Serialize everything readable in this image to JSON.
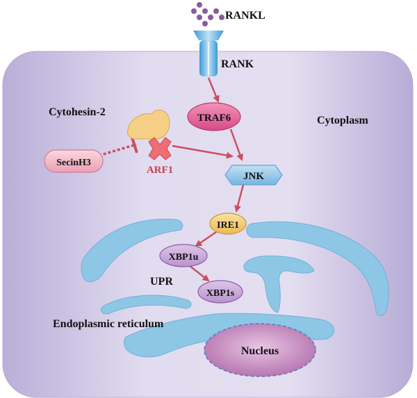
{
  "labels": {
    "rankl": "RANKL",
    "rank": "RANK",
    "cytohesin": "Cytohesin-2",
    "cytoplasm": "Cytoplasm",
    "traf6": "TRAF6",
    "secinh3": "SecinH3",
    "arf1": "ARF1",
    "jnk": "JNK",
    "ire1": "IRE1",
    "xbp1u": "XBP1u",
    "xbp1s": "XBP1s",
    "upr": "UPR",
    "er": "Endoplasmic reticulum",
    "nucleus": "Nucleus"
  },
  "colors": {
    "cell_fill": "#cfc6e6",
    "arrow": "#c8505f",
    "er": "#8ec7e6",
    "traf6": "#e05b92",
    "jnk": "#8cc3e6",
    "ire1": "#f3cf7a",
    "xbp": "#c49ed3",
    "nucleus": "#b872b0",
    "secinh3": "#f2bfcd",
    "cytohesin": "#f6cf86",
    "arf1": "#ee6e72",
    "rankl_dots": "#8a5a9c"
  }
}
